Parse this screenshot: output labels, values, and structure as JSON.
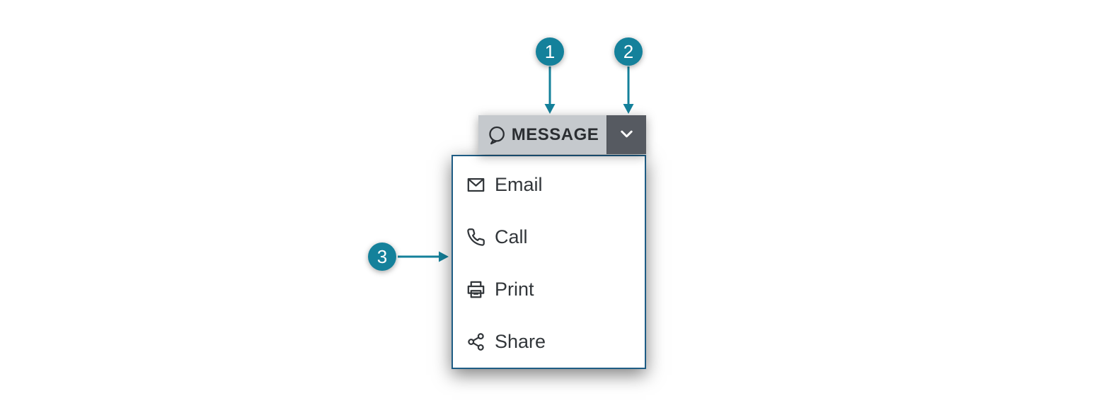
{
  "colors": {
    "callout_teal": "#14819B",
    "panel_border_blue": "#1E5C84",
    "button_light_bg": "#C5C9CD",
    "button_dark_bg": "#565A61",
    "button_label_color": "#2B2E32",
    "item_text_color": "#32363A",
    "chevron_color": "#FFFFFF",
    "canvas_bg": "#FFFFFF"
  },
  "split_button": {
    "label": "MESSAGE",
    "icon": "chat-bubble-icon",
    "chevron": "chevron-down-icon"
  },
  "dropdown": {
    "items": [
      {
        "label": "Email",
        "icon": "email-icon"
      },
      {
        "label": "Call",
        "icon": "phone-icon"
      },
      {
        "label": "Print",
        "icon": "printer-icon"
      },
      {
        "label": "Share",
        "icon": "share-icon"
      }
    ]
  },
  "callouts": [
    {
      "number": "1"
    },
    {
      "number": "2"
    },
    {
      "number": "3"
    }
  ]
}
